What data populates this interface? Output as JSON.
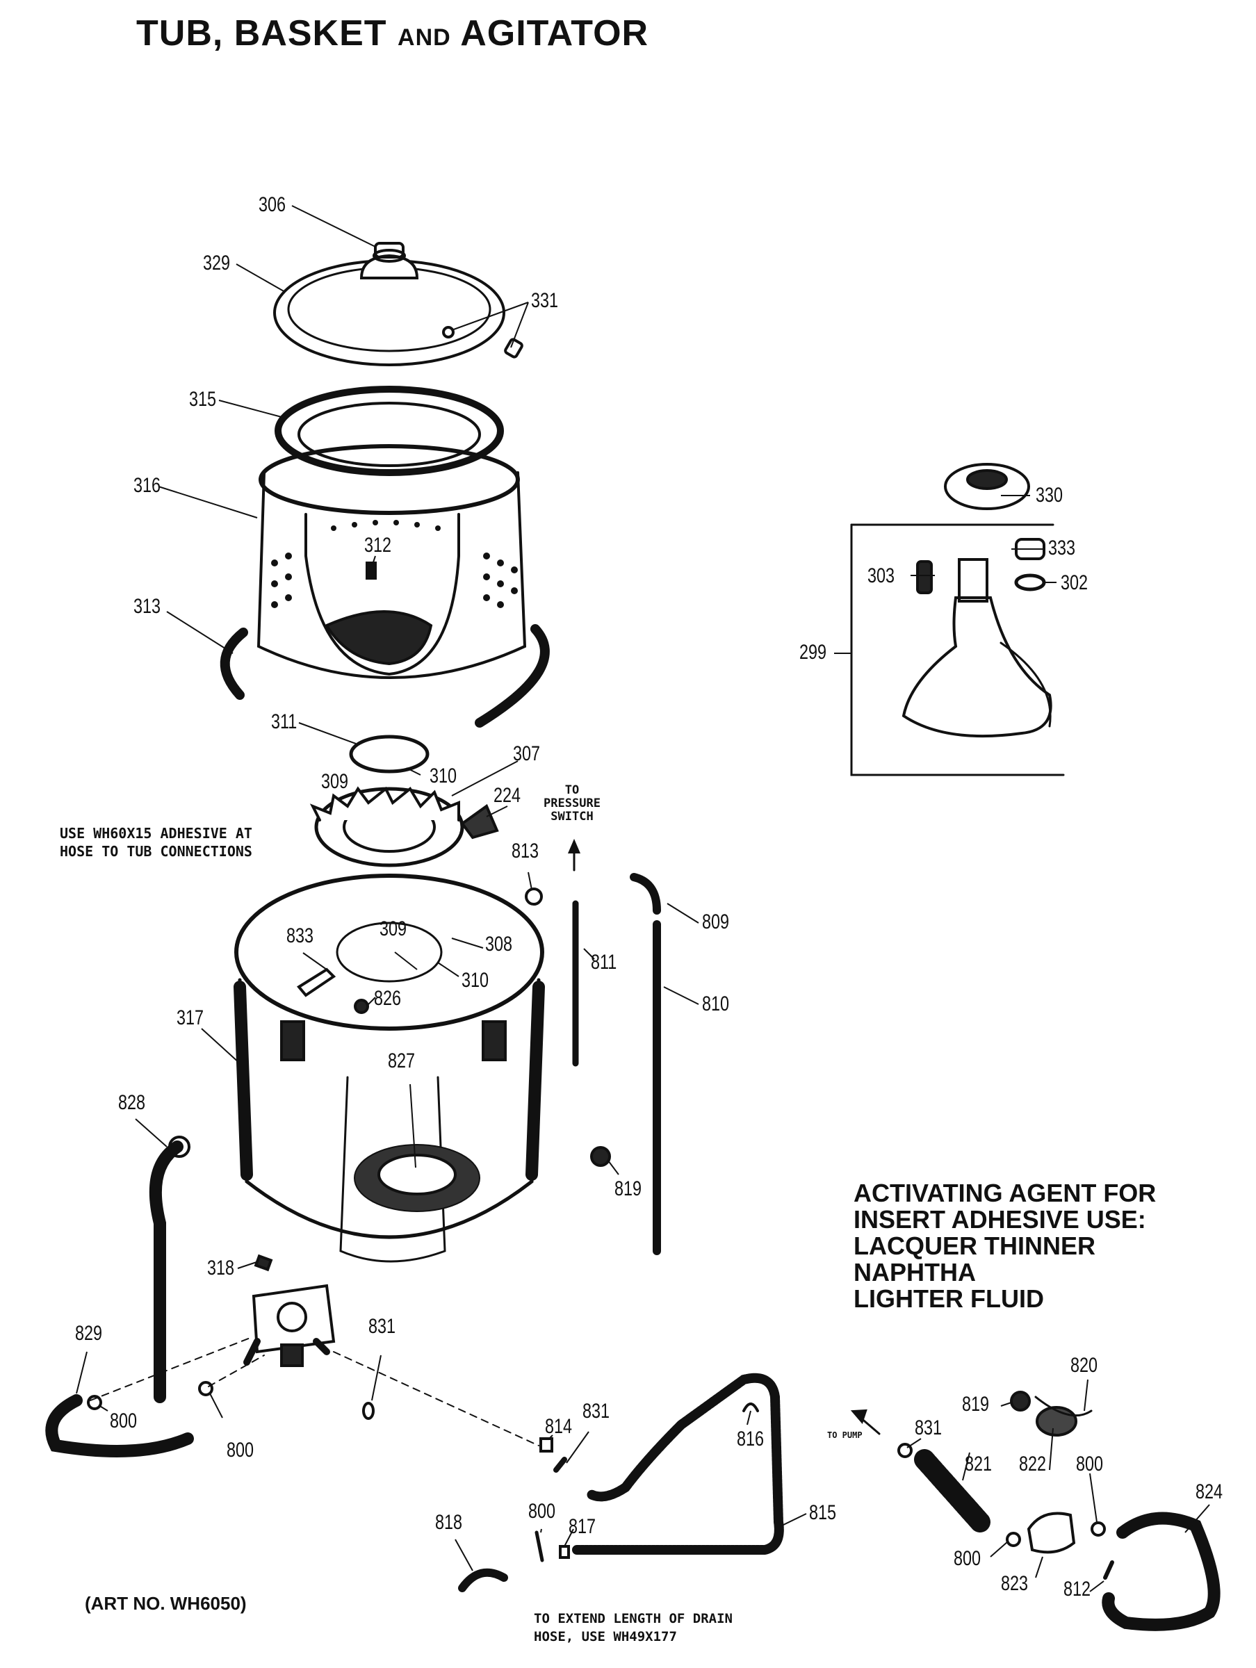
{
  "title": {
    "main": "TUB, BASKET",
    "and": "AND",
    "tail": "AGITATOR"
  },
  "parts": {
    "p306": "306",
    "p329": "329",
    "p331": "331",
    "p315": "315",
    "p316": "316",
    "p312": "312",
    "p313": "313",
    "p311": "311",
    "p309a": "309",
    "p310a": "310",
    "p307": "307",
    "p224": "224",
    "p813": "813",
    "p809": "809",
    "p811": "811",
    "p810": "810",
    "p833": "833",
    "p309b": "309",
    "p308": "308",
    "p310b": "310",
    "p826": "826",
    "p317": "317",
    "p827": "827",
    "p828": "828",
    "p819a": "819",
    "p318": "318",
    "p829": "829",
    "p831a": "831",
    "p800a": "800",
    "p800b": "800",
    "p814": "814",
    "p831b": "831",
    "p816": "816",
    "p818": "818",
    "p800c": "800",
    "p817": "817",
    "p815": "815",
    "p330": "330",
    "p333": "333",
    "p303": "303",
    "p302": "302",
    "p299": "299",
    "p820": "820",
    "p819b": "819",
    "p831c": "831",
    "p821": "821",
    "p822": "822",
    "p800d": "800",
    "p824": "824",
    "p800e": "800",
    "p823": "823",
    "p812": "812"
  },
  "notes": {
    "adhesive_1": "USE  WH60X15  ADHESIVE  AT",
    "adhesive_2": "HOSE  TO  TUB  CONNECTIONS",
    "pressure_1": "TO",
    "pressure_2": "PRESSURE",
    "pressure_3": "SWITCH",
    "to_pump": "TO PUMP",
    "drain_1": "TO EXTEND LENGTH OF DRAIN",
    "drain_2": "HOSE, USE WH49X177",
    "activating_1": "ACTIVATING AGENT FOR",
    "activating_2": "INSERT ADHESIVE USE:",
    "activating_3": "LACQUER THINNER",
    "activating_4": "NAPHTHA",
    "activating_5": "LIGHTER FLUID",
    "art_no": "(ART NO. WH6050)"
  }
}
